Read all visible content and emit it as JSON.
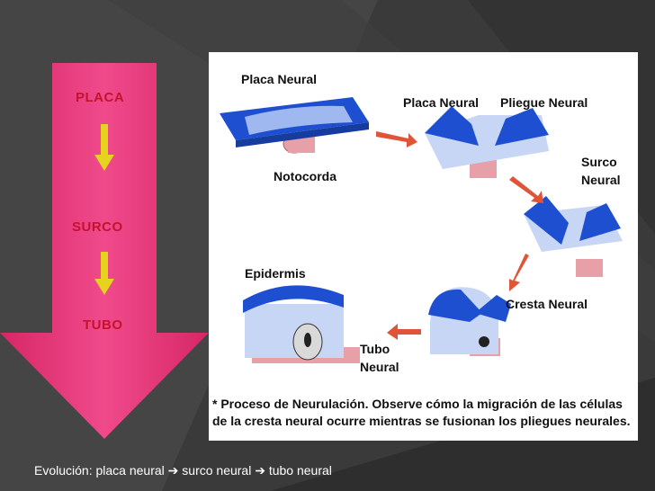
{
  "slide": {
    "colors": {
      "background": "#3a3a3a",
      "arrow": "#e8357a",
      "arrow_label": "#c4122f",
      "small_arrow": "#e6d21f",
      "tissue_blue": "#1f4fd1",
      "notochord": "#e8a0a8",
      "flow_arrow": "#e0553a"
    },
    "steps": {
      "first": "PLACA",
      "second": "SURCO",
      "third": "TUBO"
    },
    "footer": "Evolución: placa neural  surco neural  tubo neural",
    "footer_arrow_icon": "arrow-right-icon"
  },
  "diagram": {
    "labels": {
      "placa_neural_1": "Placa Neural",
      "notocorda": "Notocorda",
      "placa_neural_2": "Placa Neural",
      "pliegue_neural": "Pliegue Neural",
      "surco_neural_1": "Surco",
      "surco_neural_2": "Neural",
      "cresta_neural": "Cresta Neural",
      "epidermis": "Epidermis",
      "tubo_neural_1": "Tubo",
      "tubo_neural_2": "Neural"
    },
    "caption_line1": "* Proceso de Neurulación. Observe cómo la migración de las células",
    "caption_line2": "de la cresta neural ocurre mientras se fusionan los pliegues neurales."
  }
}
